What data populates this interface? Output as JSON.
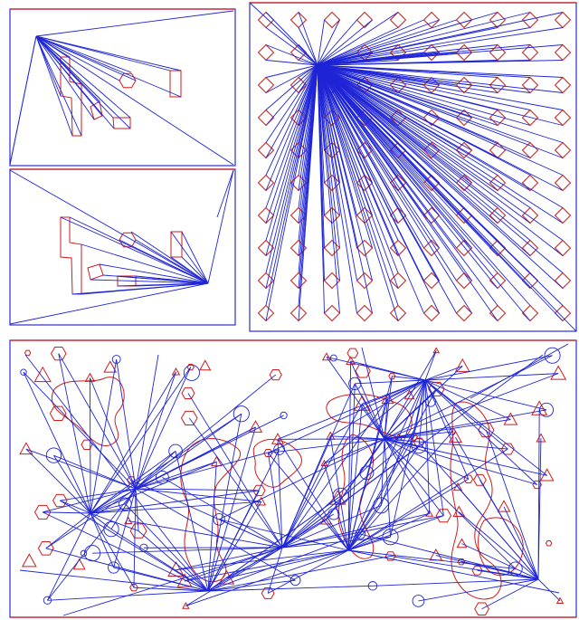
{
  "figure": {
    "description_text": "",
    "panels": [
      {
        "id": "panel-a",
        "kind": "visibility-fan-with-polygons",
        "hub_side": "left"
      },
      {
        "id": "panel-b",
        "kind": "visibility-fan-with-polygons",
        "hub_side": "right"
      },
      {
        "id": "panel-c",
        "kind": "visibility-fan-grid-of-diamonds"
      },
      {
        "id": "panel-d",
        "kind": "visibility-graph-cluttered-obstacles"
      }
    ]
  },
  "colors": {
    "edge": "#1f25d6",
    "obstacle": "#d11b1b",
    "frame": "#d11b1b",
    "frame_alt": "#2a2fd1",
    "background": "#ffffff"
  }
}
